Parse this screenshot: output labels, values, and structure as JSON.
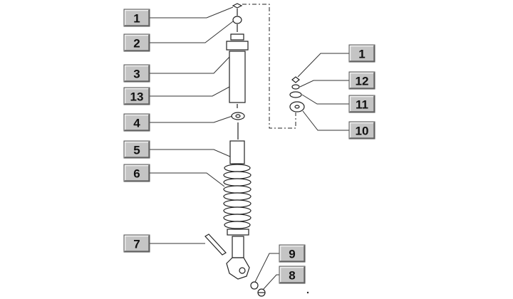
{
  "callouts": [
    {
      "id": "c1",
      "label": "1"
    },
    {
      "id": "c2",
      "label": "2"
    },
    {
      "id": "c3",
      "label": "3"
    },
    {
      "id": "c13",
      "label": "13"
    },
    {
      "id": "c4",
      "label": "4"
    },
    {
      "id": "c5",
      "label": "5"
    },
    {
      "id": "c6",
      "label": "6"
    },
    {
      "id": "c7",
      "label": "7"
    },
    {
      "id": "c1b",
      "label": "1"
    },
    {
      "id": "c12",
      "label": "12"
    },
    {
      "id": "c11",
      "label": "11"
    },
    {
      "id": "c10",
      "label": "10"
    },
    {
      "id": "c9",
      "label": "9"
    },
    {
      "id": "c8",
      "label": "8"
    }
  ],
  "colors": {
    "callout_fill": "#c4c4c4",
    "line": "#333333"
  }
}
